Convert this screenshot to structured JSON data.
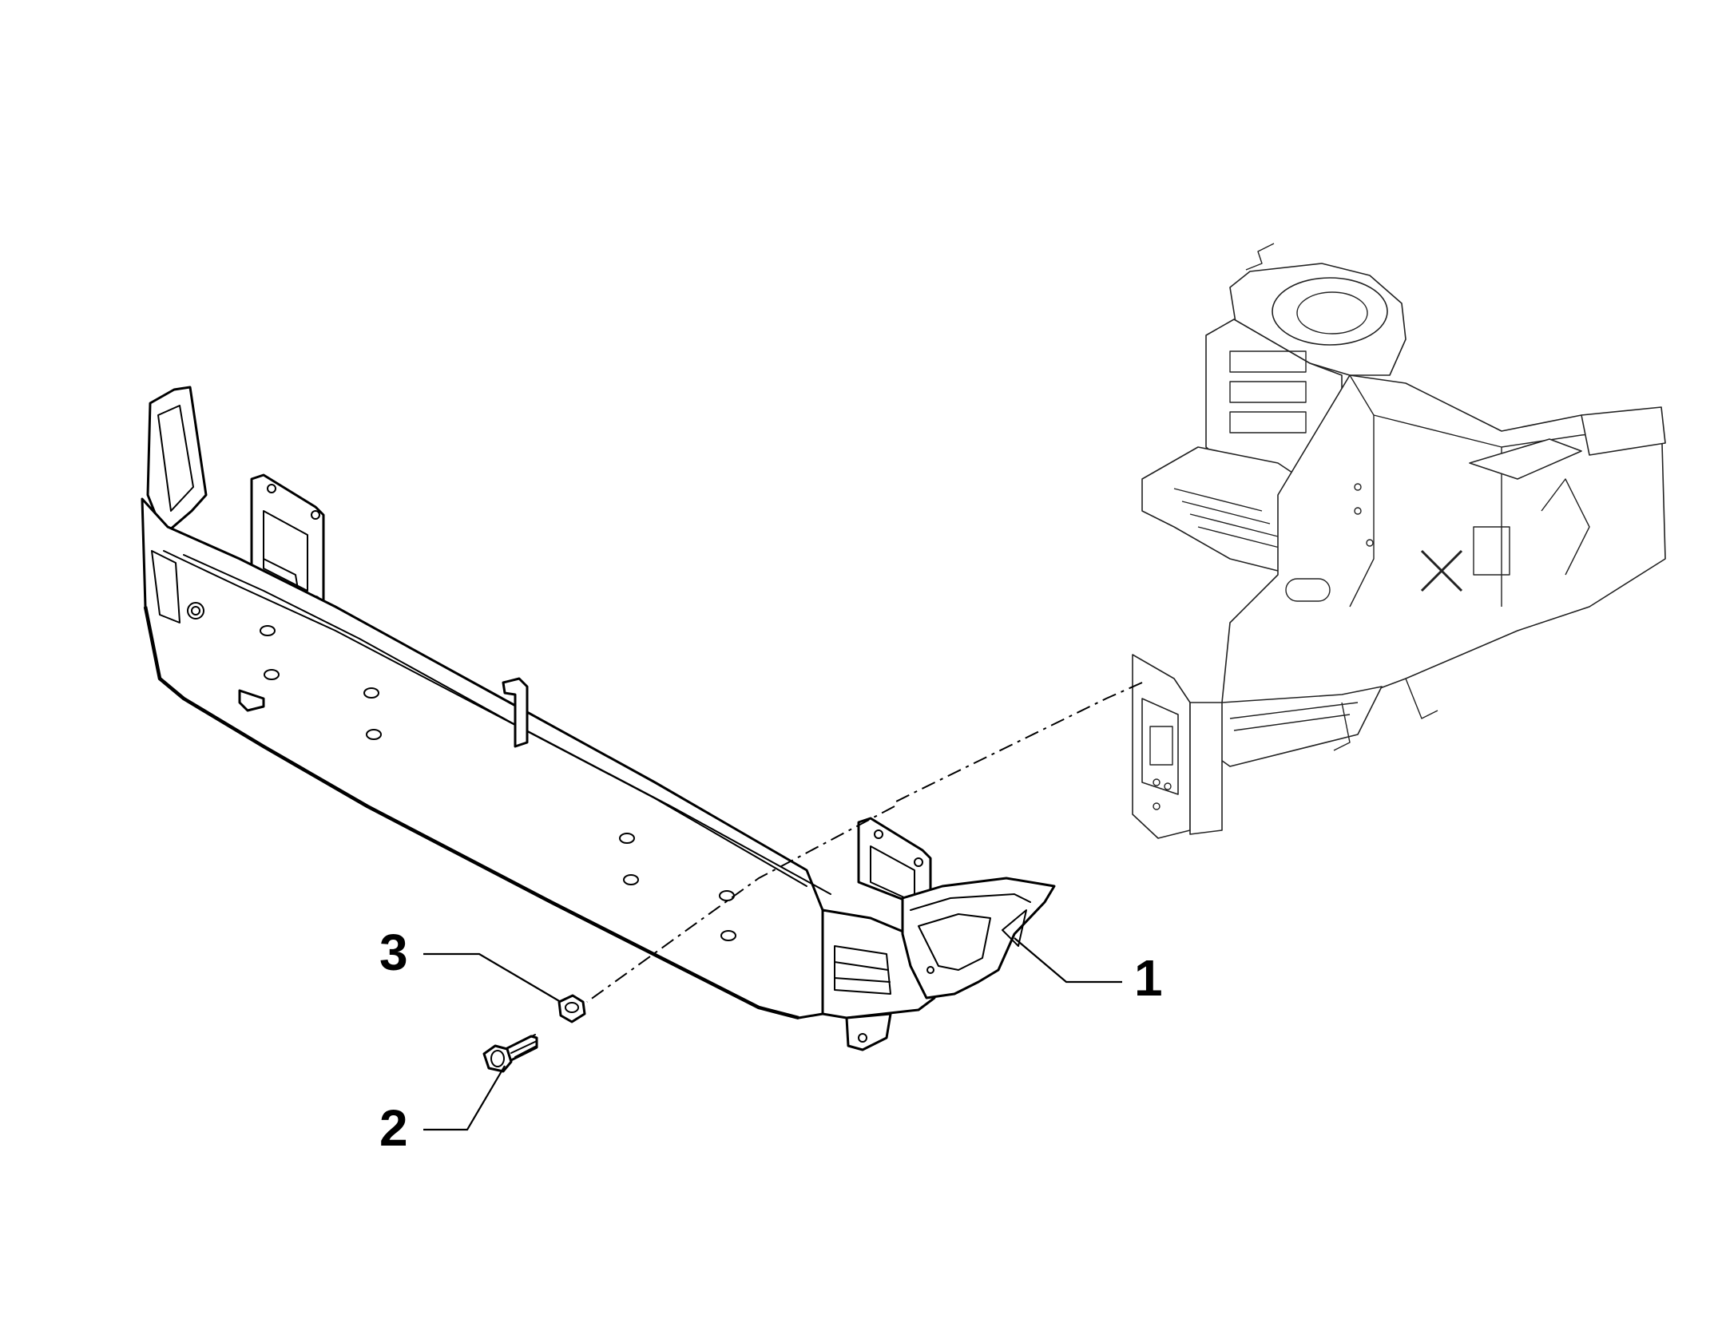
{
  "diagram": {
    "callouts": [
      {
        "id": "1",
        "label": "1",
        "part": "crossmember"
      },
      {
        "id": "2",
        "label": "2",
        "part": "bolt"
      },
      {
        "id": "3",
        "label": "3",
        "part": "nut"
      }
    ]
  },
  "colors": {
    "line": "#000000",
    "background": "#ffffff"
  }
}
